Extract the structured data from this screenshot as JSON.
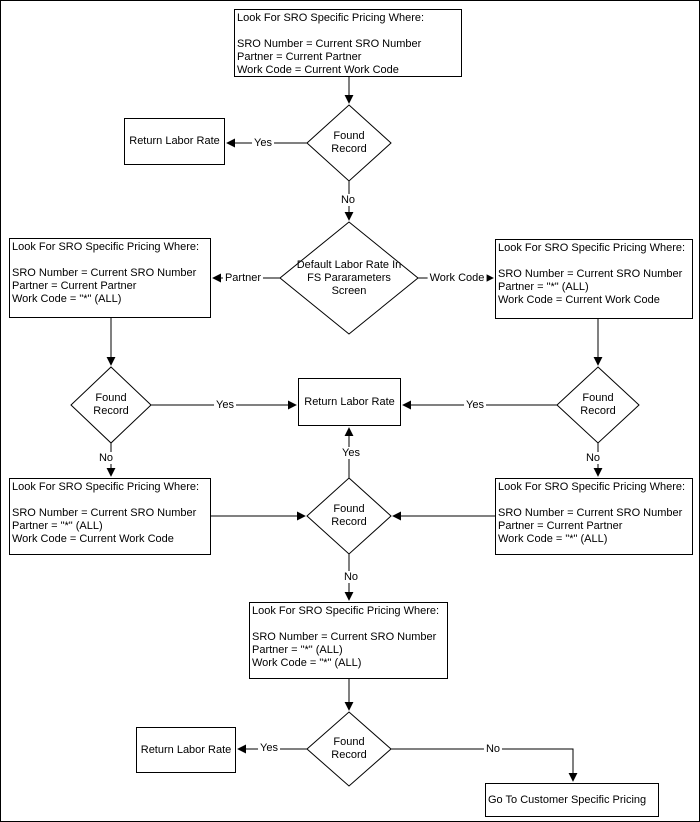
{
  "diagram": {
    "nodes": {
      "lookup_top": {
        "header": "Look For SRO Specific Pricing Where:",
        "lines": [
          "SRO Number = Current SRO Number",
          "Partner = Current Partner",
          "Work Code = Current Work Code"
        ]
      },
      "decision_1": {
        "lines": [
          "Found",
          "Record"
        ]
      },
      "return_1": {
        "label": "Return Labor Rate"
      },
      "decision_default": {
        "lines": [
          "Default Labor Rate In",
          "FS Pararameters",
          "Screen"
        ]
      },
      "lookup_partner": {
        "header": "Look For SRO Specific Pricing Where:",
        "lines": [
          "SRO Number = Current SRO Number",
          "Partner = Current Partner",
          "Work Code = \"*\" (ALL)"
        ]
      },
      "lookup_workcode": {
        "header": "Look For SRO Specific Pricing Where:",
        "lines": [
          "SRO Number = Current SRO Number",
          "Partner = \"*\" (ALL)",
          "Work Code = Current Work Code"
        ]
      },
      "decision_left": {
        "lines": [
          "Found",
          "Record"
        ]
      },
      "return_center": {
        "label": "Return Labor Rate"
      },
      "decision_right": {
        "lines": [
          "Found",
          "Record"
        ]
      },
      "lookup_left4": {
        "header": "Look For SRO Specific Pricing Where:",
        "lines": [
          "SRO Number = Current SRO Number",
          "Partner = \"*\" (ALL)",
          "Work Code = Current Work Code"
        ]
      },
      "decision_center": {
        "lines": [
          "Found",
          "Record"
        ]
      },
      "lookup_right4": {
        "header": "Look For SRO Specific Pricing Where:",
        "lines": [
          "SRO Number = Current SRO Number",
          "Partner = Current Partner",
          "Work Code = \"*\" (ALL)"
        ]
      },
      "lookup_all": {
        "header": "Look For SRO Specific Pricing Where:",
        "lines": [
          "SRO Number = Current SRO Number",
          "Partner = \"*\" (ALL)",
          "Work Code = \"*\" (ALL)"
        ]
      },
      "decision_bottom": {
        "lines": [
          "Found",
          "Record"
        ]
      },
      "return_bottom": {
        "label": "Return Labor Rate"
      },
      "goto_customer": {
        "label": "Go To Customer Specific Pricing"
      }
    },
    "edge_labels": {
      "yes_1": "Yes",
      "no_1": "No",
      "partner": "Partner",
      "work_code": "Work Code",
      "yes_left": "Yes",
      "yes_right": "Yes",
      "no_left": "No",
      "no_right": "No",
      "yes_center": "Yes",
      "no_center": "No",
      "yes_bottom": "Yes",
      "no_bottom": "No"
    },
    "colors": {
      "line": "#000000",
      "fill": "#ffffff"
    }
  }
}
